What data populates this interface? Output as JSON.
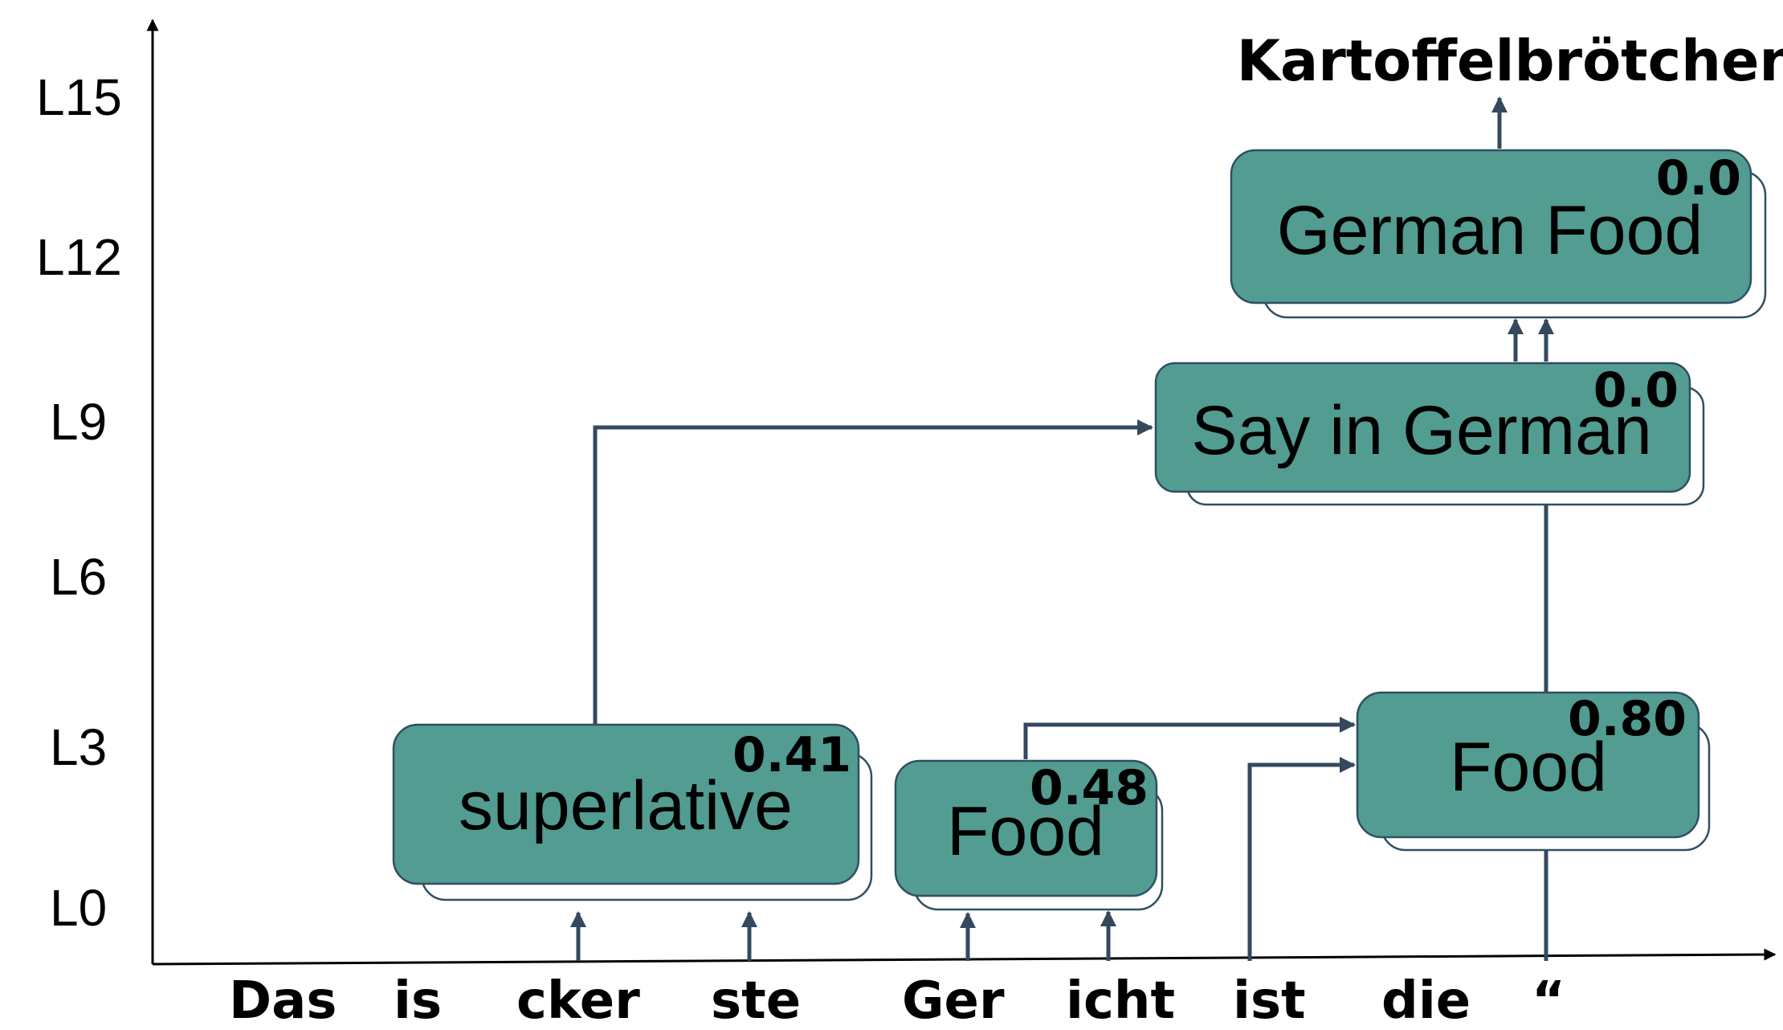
{
  "y_axis_labels": [
    "L15",
    "L12",
    "L9",
    "L6",
    "L3",
    "L0"
  ],
  "tokens": [
    "Das",
    "is",
    "cker",
    "ste",
    "Ger",
    "icht",
    "ist",
    "die",
    "“"
  ],
  "output_token": "Kartoffelbrötchen",
  "nodes": {
    "superlative": {
      "label": "superlative",
      "score": "0.41"
    },
    "food_small": {
      "label": "Food",
      "score": "0.48"
    },
    "food_right": {
      "label": "Food",
      "score": "0.80"
    },
    "say_in_german": {
      "label": "Say in German",
      "score": "0.0"
    },
    "german_food": {
      "label": "German Food",
      "score": "0.0"
    }
  },
  "colors": {
    "node_fill": "#529c91",
    "arrow": "#34495e",
    "node_border": "#2f4f63"
  }
}
